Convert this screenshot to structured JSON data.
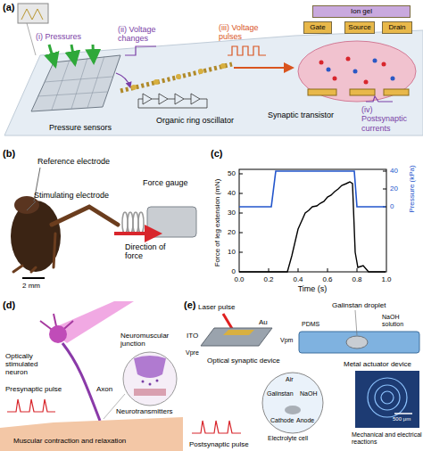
{
  "diagram": {
    "nodes": [
      {
        "text": [
          "Ion gel"
        ]
      },
      {
        "text": [
          "Gate"
        ]
      },
      {
        "text": [
          "Source"
        ]
      },
      {
        "text": [
          "Drain"
        ]
      }
    ],
    "labels": [
      "(a)",
      "(i) Pressures",
      "(ii) Voltage changes",
      "(iii) Voltage pulses",
      "(iv) Postsynaptic currents",
      "Pressure sensors",
      "Organic ring oscillator",
      "Synaptic transistor",
      "(b)",
      "Reference electrode",
      "Stimulating electrode",
      "Force gauge",
      "Direction of force",
      "2 mm",
      "(c)",
      "0",
      "10",
      "20",
      "30",
      "40",
      "50",
      "0",
      "20",
      "40",
      "0.0",
      "0.2",
      "0.4",
      "0.6",
      "0.8",
      "1.0",
      "Time (s)",
      "Force of leg extension (mN)",
      "Pressure (kPa)",
      "(d)",
      "Optically stimulated neuron",
      "Neuromuscular junction",
      "Presynaptic pulse",
      "Axon",
      "Neurotransmitters",
      "Muscular contraction and relaxation",
      "(e)",
      "Laser pulse",
      "ITO",
      "Au",
      "Vpre",
      "Optical synaptic device",
      "Galinstan droplet",
      "PDMS",
      "NaOH solution",
      "Vpm",
      "Metal actuator device",
      "Air",
      "Galinstan",
      "NaOH",
      "Cathode",
      "Anode",
      "Electrolyte cell",
      "Postsynaptic pulse",
      "Mechanical and electrical reactions",
      "500 μm"
    ]
  }
}
